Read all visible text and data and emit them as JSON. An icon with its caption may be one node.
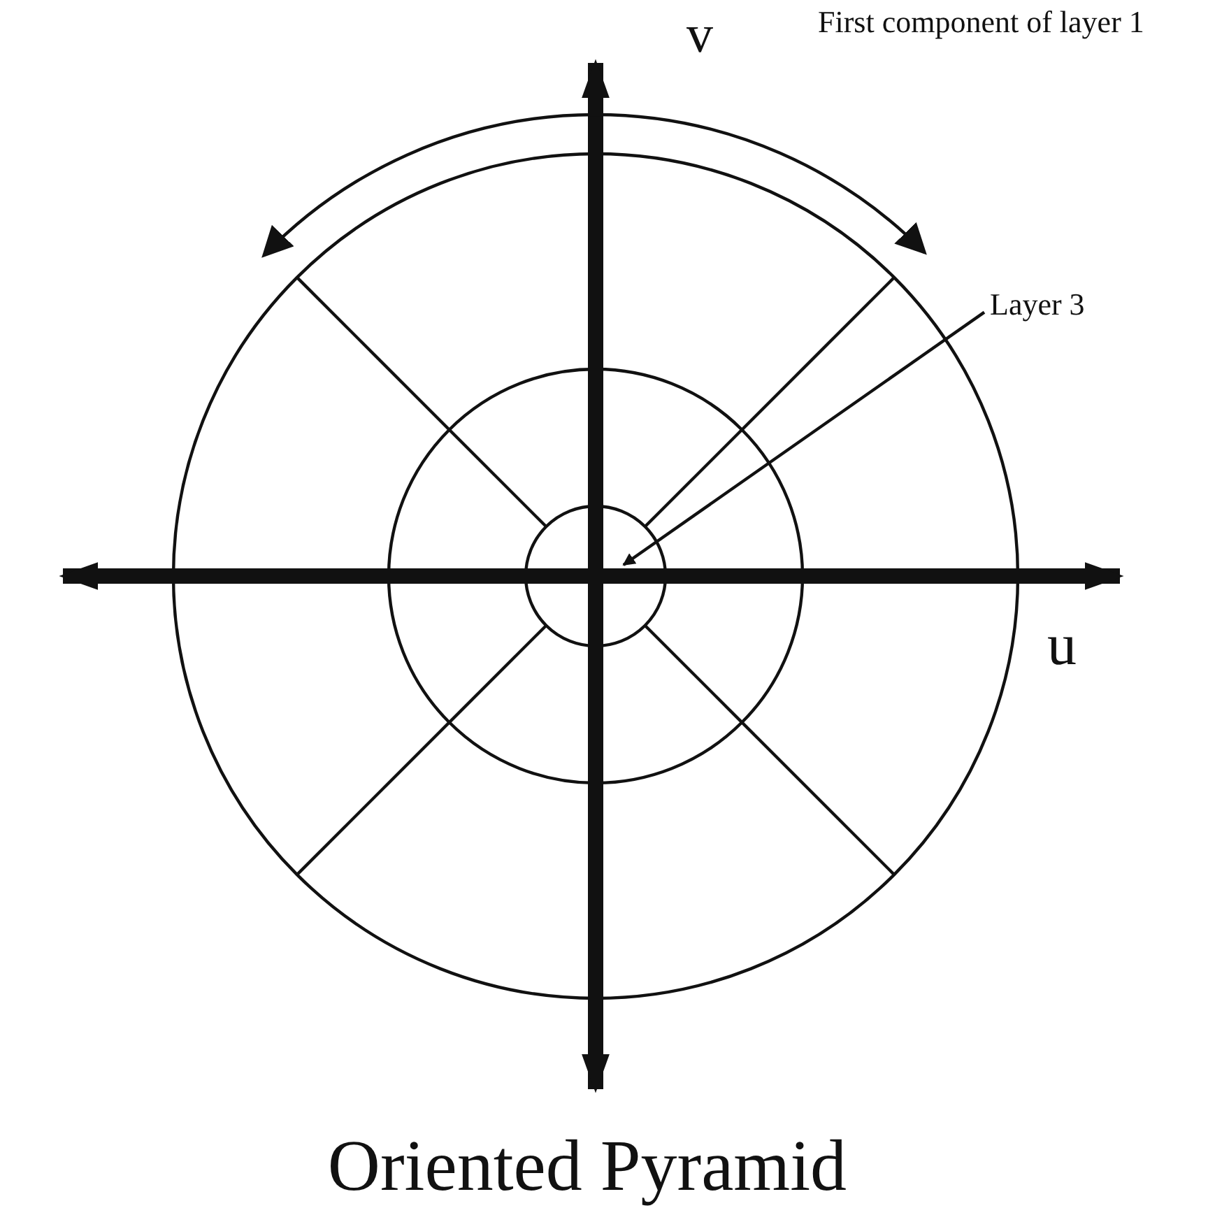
{
  "diagram": {
    "title": "Oriented Pyramid",
    "nodes": [
      {
        "text": [
          "Layer 3"
        ]
      },
      {
        "text": [],
        "shape": "circle"
      }
    ],
    "edges": [
      {
        "from": 0,
        "to": 1,
        "arrow": "to"
      }
    ],
    "labels": [
      "First component of layer 1",
      "v",
      "u"
    ]
  }
}
